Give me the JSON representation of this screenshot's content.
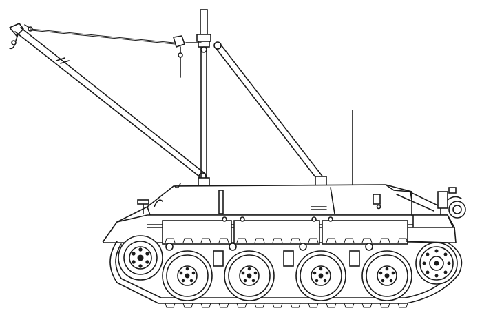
{
  "figure": {
    "subject": "tracked-recovery-vehicle-side-view",
    "line_color": "#1a1a1a",
    "background_color": "#ffffff"
  },
  "components": {
    "road_wheel_count": 4,
    "return_roller_count": 4,
    "drive_sprocket_position": "rear-left",
    "idler_wheel_position": "front-right",
    "crane_parts": [
      "jib-boom",
      "mast",
      "support-strut",
      "hoist-cable",
      "hook"
    ]
  }
}
